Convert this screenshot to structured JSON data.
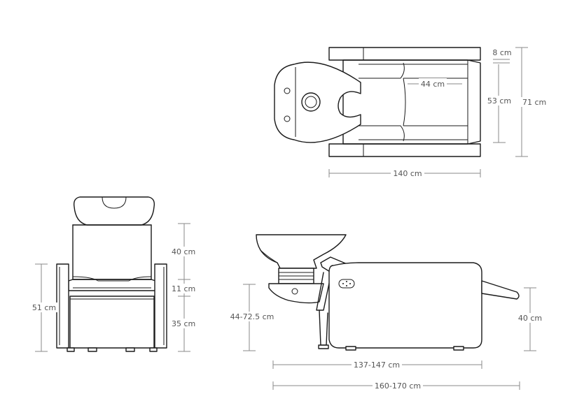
{
  "top_view": {
    "width_frame": "8 cm",
    "width_seat": "53 cm",
    "width_total": "71 cm",
    "seat_length": "44 cm",
    "length_total": "140 cm"
  },
  "front_view": {
    "backrest_height": "40 cm",
    "seat_cushion": "11 cm",
    "seat_height": "35 cm",
    "armrest_height": "51 cm"
  },
  "side_view": {
    "basin_height": "44-72.5 cm",
    "leg_height": "40 cm",
    "body_length": "137-147 cm",
    "total_length": "160-170 cm"
  }
}
